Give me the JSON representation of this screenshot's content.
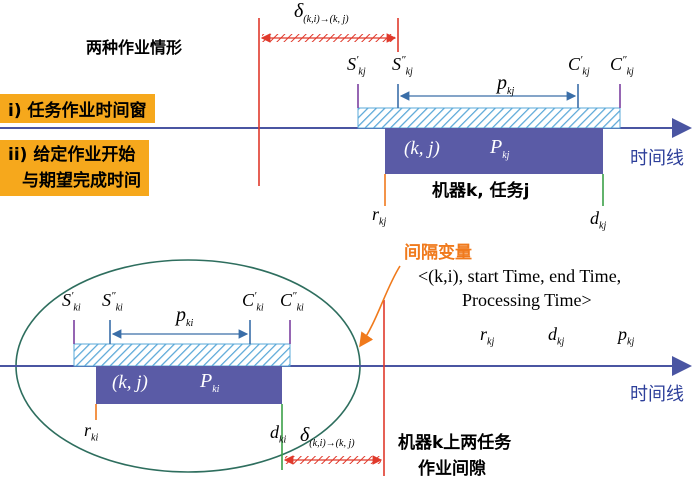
{
  "top": {
    "title": "两种作业情形",
    "tag1": "i) 任务作业时间窗",
    "tag2_line1": "ii) 给定作业开始",
    "tag2_line2": "与期望完成时间",
    "axis_label": "时间线",
    "delta_base": "δ",
    "delta_sub": "(k,i)→(k, j)",
    "s1_base": "S",
    "s1_sup": "′",
    "s1_sub": "kj",
    "s2_base": "S",
    "s2_sup": "″",
    "s2_sub": "kj",
    "c1_base": "C",
    "c1_sup": "′",
    "c1_sub": "kj",
    "c2_base": "C",
    "c2_sup": "″",
    "c2_sub": "kj",
    "p_base": "p",
    "p_sub": "kj",
    "box_left": "(k, j)",
    "box_P": "P",
    "box_P_sub": "kj",
    "machine_text": "机器k, 任务j",
    "r_base": "r",
    "r_sub": "kj",
    "d_base": "d",
    "d_sub": "kj"
  },
  "mid": {
    "gap_var": "间隔变量",
    "tuple_line1": "<(k,i), start Time, end Time,",
    "tuple_line2": "Processing Time>",
    "r_base": "r",
    "r_sub": "kj",
    "d_base": "d",
    "d_sub": "kj",
    "p_base": "p",
    "p_sub": "kj"
  },
  "bottom": {
    "axis_label": "时间线",
    "s1_base": "S",
    "s1_sup": "′",
    "s1_sub": "ki",
    "s2_base": "S",
    "s2_sup": "″",
    "s2_sub": "ki",
    "c1_base": "C",
    "c1_sup": "′",
    "c1_sub": "ki",
    "c2_base": "C",
    "c2_sup": "″",
    "c2_sub": "ki",
    "p_base": "p",
    "p_sub": "ki",
    "box_left": "(k, j)",
    "box_P": "P",
    "box_P_sub": "ki",
    "r_base": "r",
    "r_sub": "ki",
    "d_base": "d",
    "d_sub": "ki",
    "delta_base": "δ",
    "delta_sub": "(k,i)→(k, j)",
    "caption_line1": "机器k上两任务",
    "caption_line2": "作业间隙"
  },
  "colors": {
    "axis": "#4a55a2",
    "box": "#5a5ba6",
    "hatch": "#5aa8d8",
    "red_line": "#e0392b",
    "orange_line": "#f07a1c",
    "green_line": "#3aa047",
    "purple_tick": "#7b3fa0",
    "ellipse": "#2e6e5e",
    "tag_bg": "#f6a81c"
  }
}
